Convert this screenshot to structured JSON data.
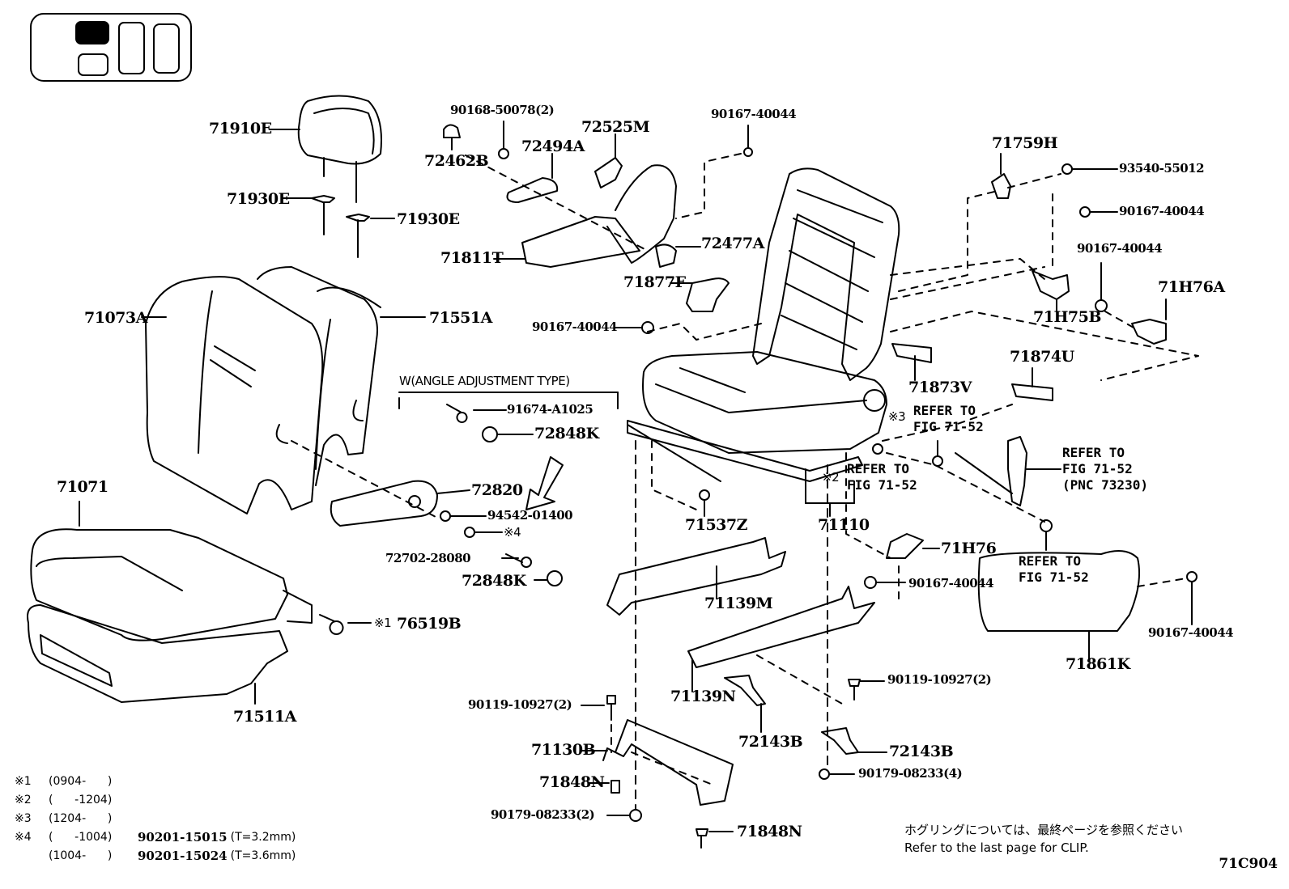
{
  "diagram": {
    "title": "Seat assembly exploded parts diagram",
    "figure_id": "71C904",
    "note_jp": "ホグリングについては、最終ページを参照ください",
    "note_en": "Refer to the last page for CLIP.",
    "group_label": "W(ANGLE ADJUSTMENT TYPE)",
    "refer_label_line1": "REFER TO",
    "refer_label_line2": "FIG 71-52",
    "refer_pnc": "(PNC 73230)",
    "marks": {
      "m1": "※1",
      "m2": "※2",
      "m3": "※3",
      "m4": "※4"
    }
  },
  "parts": {
    "p71910E": "71910E",
    "p71930E_a": "71930E",
    "p71930E_b": "71930E",
    "p71073A": "71073A",
    "p71551A": "71551A",
    "p71071": "71071",
    "p71511A": "71511A",
    "p76519B": "76519B",
    "p90168": "90168-50078(2)",
    "p72462B": "72462B",
    "p72494A": "72494A",
    "p72525M": "72525M",
    "p90167_top": "90167-40044",
    "p71811T": "71811T",
    "p72477A": "72477A",
    "p71877F": "71877F",
    "p90167_left": "90167-40044",
    "p71759H": "71759H",
    "p93540": "93540-55012",
    "p90167_r1": "90167-40044",
    "p90167_r2": "90167-40044",
    "p71H75B": "71H75B",
    "p71H76A": "71H76A",
    "p71873V": "71873V",
    "p71874U": "71874U",
    "p91674": "91674-A1025",
    "p72848K_a": "72848K",
    "p72820": "72820",
    "p94542": "94542-01400",
    "p72702": "72702-28080",
    "p72848K_b": "72848K",
    "p71537Z": "71537Z",
    "p71110": "71110",
    "p71H76": "71H76",
    "p90167_mid": "90167-40044",
    "p71139M": "71139M",
    "p71139N": "71139N",
    "p71861K": "71861K",
    "p90167_far": "90167-40044",
    "p90119_a": "90119-10927(2)",
    "p90119_b": "90119-10927(2)",
    "p71130B": "71130B",
    "p71848N_a": "71848N",
    "p71848N_b": "71848N",
    "p90179_a": "90179-08233(2)",
    "p90179_b": "90179-08233(4)",
    "p72143B_a": "72143B",
    "p72143B_b": "72143B"
  },
  "legend": [
    {
      "mark": "※1",
      "range": "(0904-      )",
      "part": "",
      "spec": ""
    },
    {
      "mark": "※2",
      "range": "(      -1204)",
      "part": "",
      "spec": ""
    },
    {
      "mark": "※3",
      "range": "(1204-      )",
      "part": "",
      "spec": ""
    },
    {
      "mark": "※4",
      "range": "(      -1004)",
      "part": "90201-15015",
      "spec": "(T=3.2mm)"
    },
    {
      "mark": "",
      "range": "(1004-      )",
      "part": "90201-15024",
      "spec": "(T=3.6mm)"
    }
  ]
}
